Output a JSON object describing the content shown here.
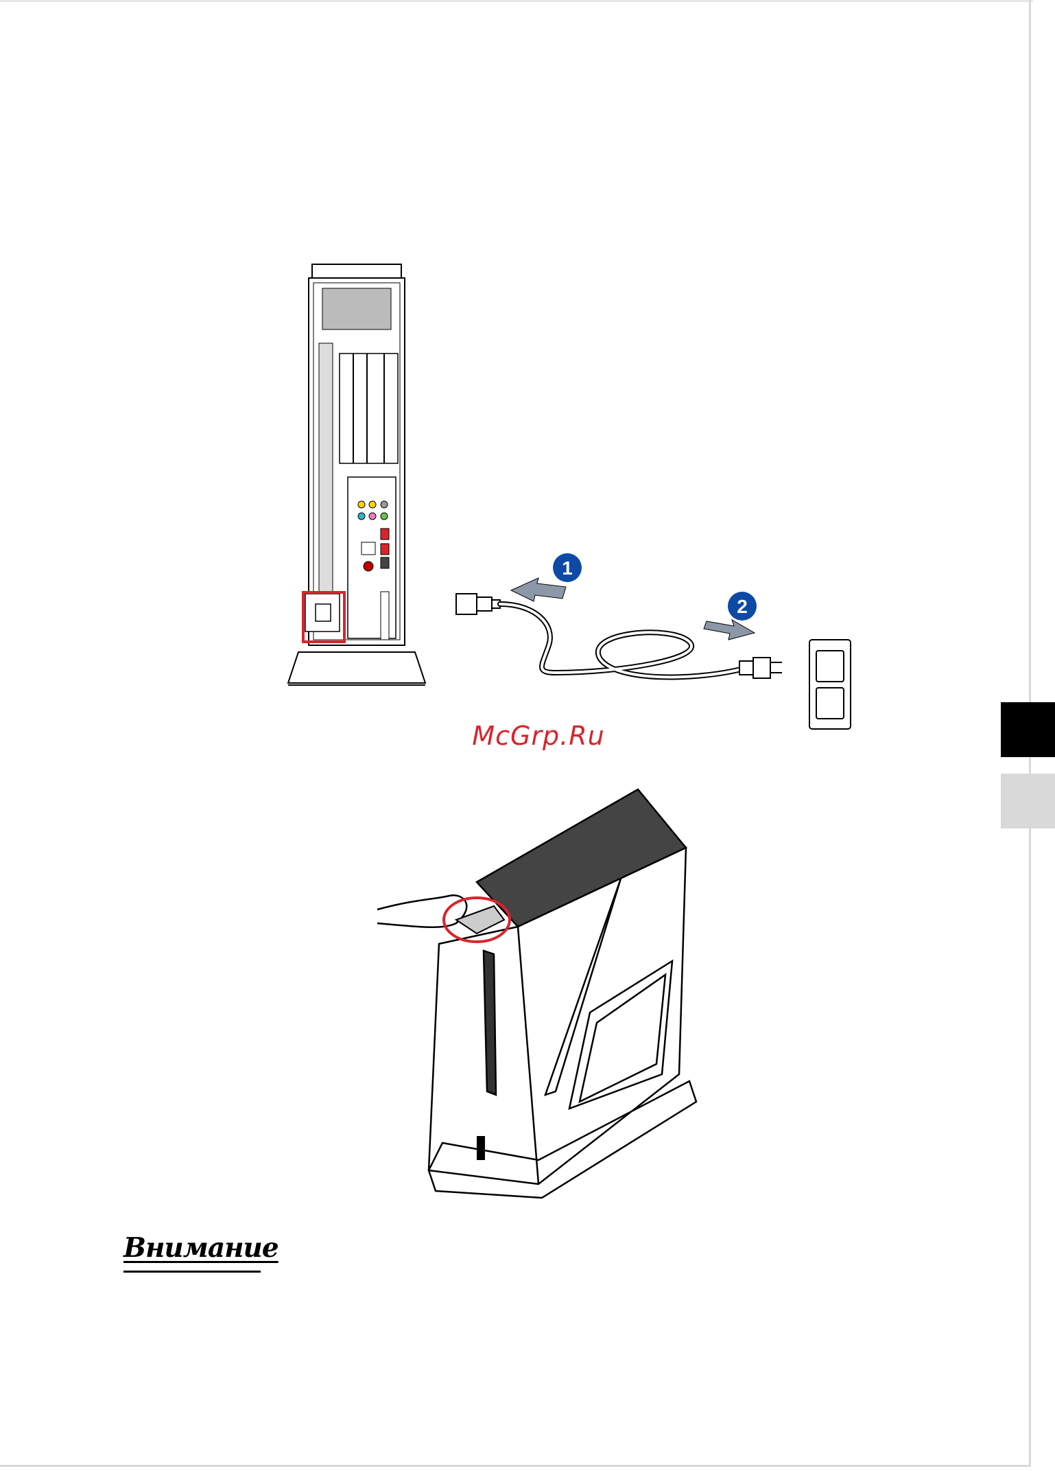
{
  "watermark": "McGrp.Ru",
  "steps": {
    "step1": "1",
    "step2": "2"
  },
  "heading": "Внимание",
  "colors": {
    "highlight": "#d9242b",
    "step_badge": "#0d4aa6",
    "arrow": "#8c98a8",
    "tab_dark": "#000000",
    "tab_light": "#d9d9d9"
  }
}
